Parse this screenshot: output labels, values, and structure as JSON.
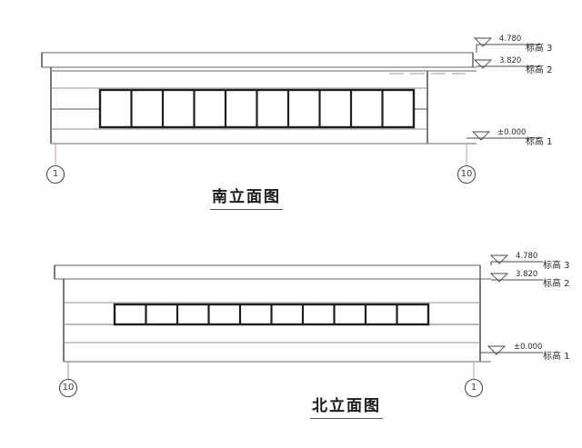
{
  "sheet": {
    "background": "#ffffff",
    "line_color": "#8a8a8a",
    "heavy_line_color": "#1f1f1f",
    "grid_line_color": "#c9a8b4"
  },
  "drawings": [
    {
      "id": "south-elevation",
      "title": "南立面图",
      "grid_left_label": "1",
      "grid_right_label": "10",
      "window_bay_count": 10,
      "levels": [
        {
          "value": "4.780",
          "name": "标高 3"
        },
        {
          "value": "3.820",
          "name": "标高 2"
        },
        {
          "value": "±0.000",
          "name": "标高 1"
        }
      ]
    },
    {
      "id": "north-elevation",
      "title": "北立面图",
      "grid_left_label": "10",
      "grid_right_label": "1",
      "window_bay_count": 10,
      "levels": [
        {
          "value": "4.780",
          "name": "标高 3"
        },
        {
          "value": "3.820",
          "name": "标高 2"
        },
        {
          "value": "±0.000",
          "name": "标高 1"
        }
      ]
    }
  ],
  "south": {
    "title": "南立面图",
    "grid_left": "1",
    "grid_right": "10",
    "level3_value": "4.780",
    "level3_name": "标高 3",
    "level2_value": "3.820",
    "level2_name": "标高 2",
    "level1_value": "±0.000",
    "level1_name": "标高 1"
  },
  "north": {
    "title": "北立面图",
    "grid_left": "10",
    "grid_right": "1",
    "level3_value": "4.780",
    "level3_name": "标高 3",
    "level2_value": "3.820",
    "level2_name": "标高 2",
    "level1_value": "±0.000",
    "level1_name": "标高 1"
  }
}
